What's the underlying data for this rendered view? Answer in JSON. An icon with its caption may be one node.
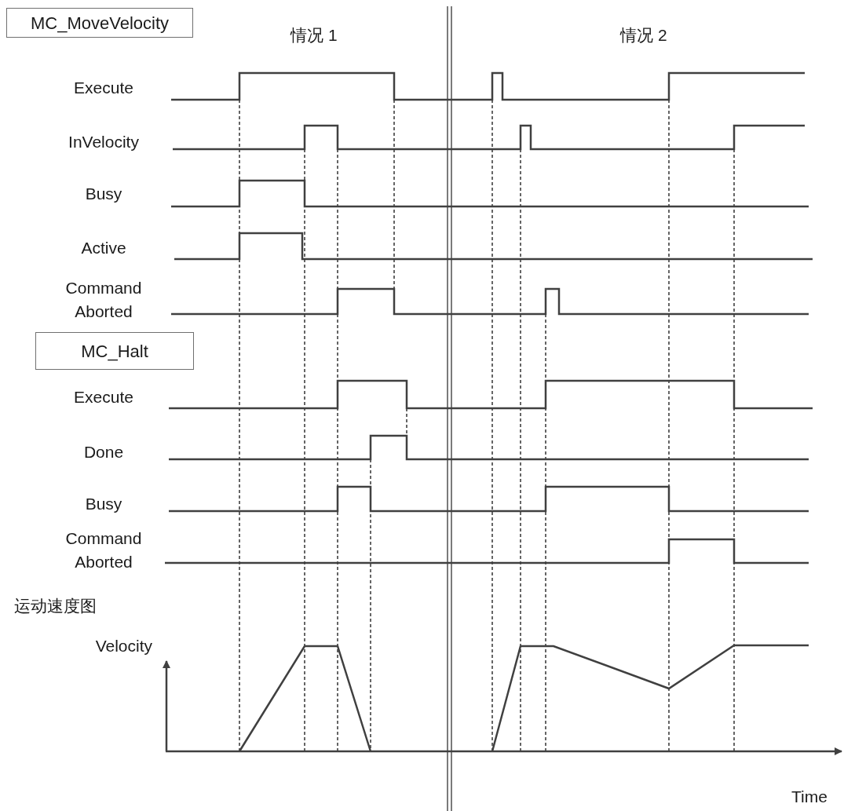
{
  "diagram": {
    "nodes": [
      {
        "text": [
          "MC_MoveVelocity"
        ]
      },
      {
        "text": [
          "MC_Halt"
        ]
      }
    ],
    "labels": [
      "情况 1",
      "情况 2",
      "Execute",
      "InVelocity",
      "Busy",
      "Active",
      "Command Aborted",
      "Execute",
      "Done",
      "Busy",
      "Command Aborted",
      "运动速度图",
      "Velocity",
      "Time"
    ]
  }
}
